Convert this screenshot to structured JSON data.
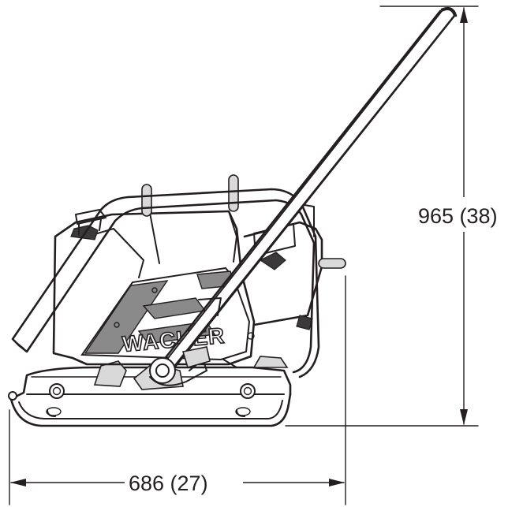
{
  "dimensions": {
    "height_label": "965 (38)",
    "width_label": "686 (27)"
  },
  "brand": {
    "logo_text": "WACKER"
  },
  "colors": {
    "line": "#231f20",
    "shade": "#8a8a8a",
    "background": "#ffffff"
  }
}
